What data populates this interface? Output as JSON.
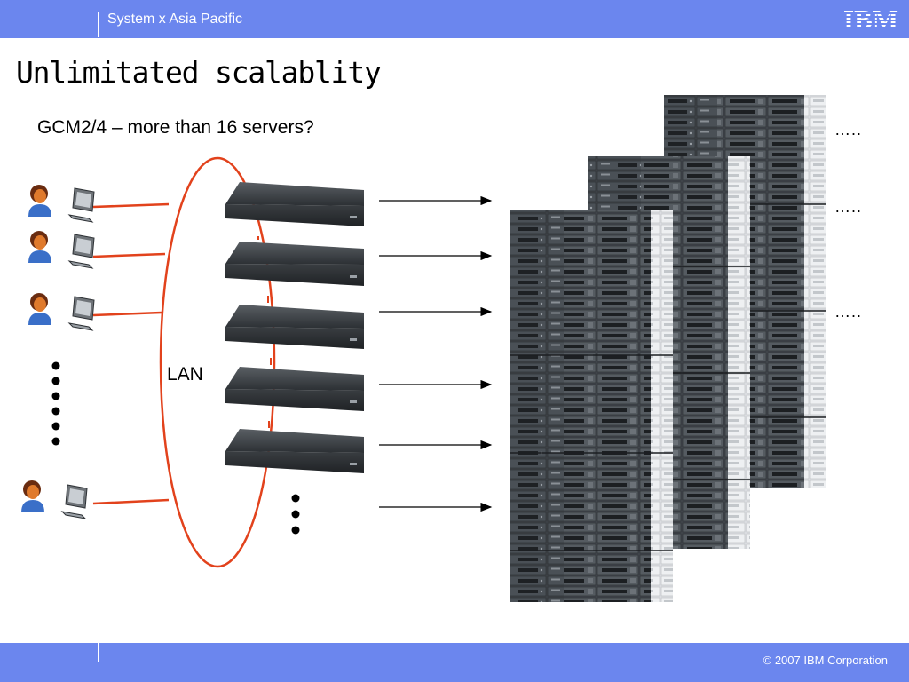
{
  "header": {
    "section": "System x Asia Pacific",
    "logo_text": "IBM"
  },
  "slide": {
    "title": "Unlimitated scalablity",
    "subtitle": "GCM2/4 – more than 16 servers?",
    "lan_label": "LAN",
    "ellipsis_labels": [
      "…..",
      "…..",
      "….."
    ]
  },
  "footer": {
    "copyright": "© 2007 IBM Corporation"
  },
  "colors": {
    "bar": "#6b86ee",
    "lan_line": "#e2421c",
    "rack": "#3c4146",
    "rack_light": "#d6d9dc"
  },
  "icons": {
    "user": "user-icon",
    "computer": "computer-icon",
    "switch": "kvm-switch-icon",
    "server_rack": "server-rack-icon"
  }
}
